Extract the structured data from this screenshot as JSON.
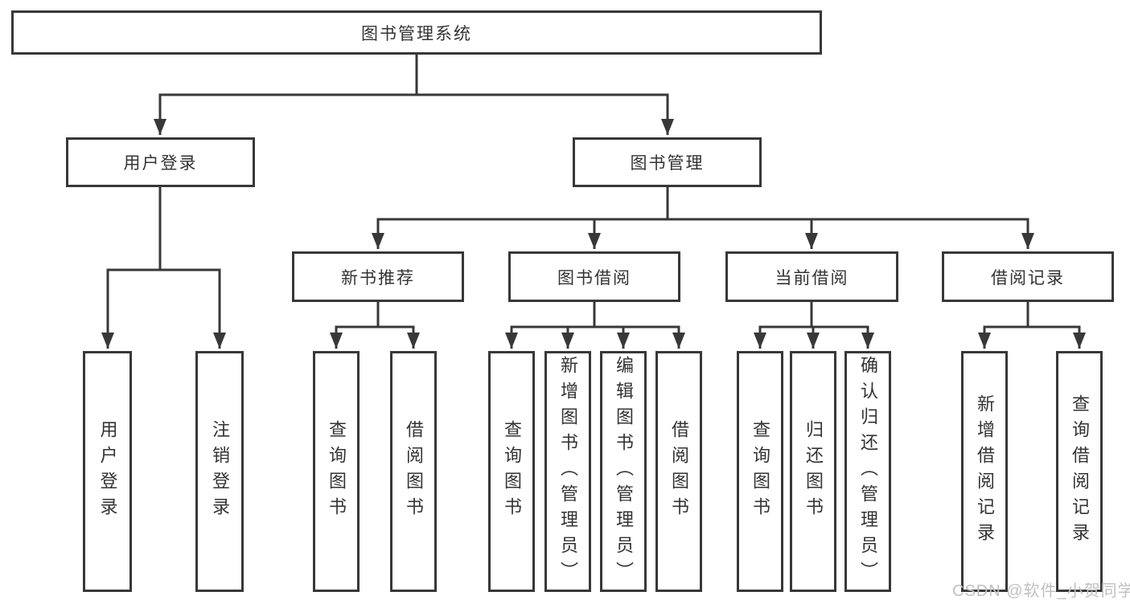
{
  "diagram": {
    "tree": {
      "root": {
        "label": "图书管理系统"
      },
      "branches": [
        {
          "label": "用户登录",
          "children": [
            {
              "label": "用户登录"
            },
            {
              "label": "注销登录"
            }
          ]
        },
        {
          "label": "图书管理",
          "children": [
            {
              "label": "新书推荐",
              "children": [
                {
                  "label": "查询图书"
                },
                {
                  "label": "借阅图书"
                }
              ]
            },
            {
              "label": "图书借阅",
              "children": [
                {
                  "label": "查询图书"
                },
                {
                  "label": "新增图书（管理员）"
                },
                {
                  "label": "编辑图书（管理员）"
                },
                {
                  "label": "借阅图书"
                }
              ]
            },
            {
              "label": "当前借阅",
              "children": [
                {
                  "label": "查询图书"
                },
                {
                  "label": "归还图书"
                },
                {
                  "label": "确认归还（管理员）"
                }
              ]
            },
            {
              "label": "借阅记录",
              "children": [
                {
                  "label": "新增借阅记录"
                },
                {
                  "label": "查询借阅记录"
                }
              ]
            }
          ]
        }
      ]
    },
    "colors": {
      "line": "#383838",
      "text": "#333333",
      "background": "#ffffff",
      "watermark": "#c0c0c0"
    },
    "watermark": {
      "text": "CSDN @软件_小贺同学"
    }
  }
}
